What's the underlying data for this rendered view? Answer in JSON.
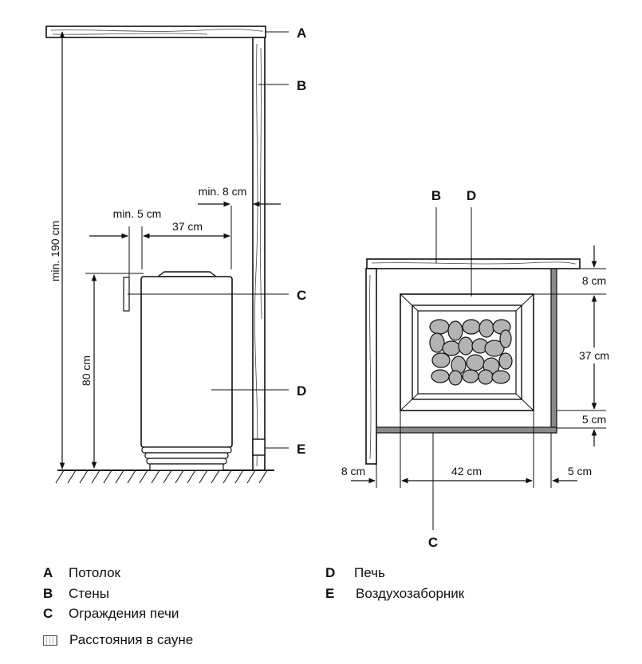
{
  "side_view": {
    "marker_a": "A",
    "marker_b": "B",
    "marker_c": "C",
    "marker_d": "D",
    "marker_e": "E",
    "dim_height_total": "min. 190 cm",
    "dim_height_heater": "80 cm",
    "dim_clear_min5": "min. 5 cm",
    "dim_width_37": "37 cm",
    "dim_clear_min8": "min. 8 cm"
  },
  "top_view": {
    "marker_b": "B",
    "marker_d": "D",
    "marker_c": "C",
    "dim_top_8": "8 cm",
    "dim_depth_37": "37 cm",
    "dim_bottom_5": "5 cm",
    "dim_left_8": "8 cm",
    "dim_width_42": "42 cm",
    "dim_right_5": "5 cm"
  },
  "legend": {
    "items": [
      {
        "key": "A",
        "label": "Потолок"
      },
      {
        "key": "B",
        "label": "Стены"
      },
      {
        "key": "C",
        "label": "Ограждения печи"
      },
      {
        "key": "D",
        "label": "Печь"
      },
      {
        "key": "E",
        "label": "Воздухозаборник"
      }
    ],
    "note_icon": "diagram-icon",
    "note": "Расстояния в сауне"
  }
}
